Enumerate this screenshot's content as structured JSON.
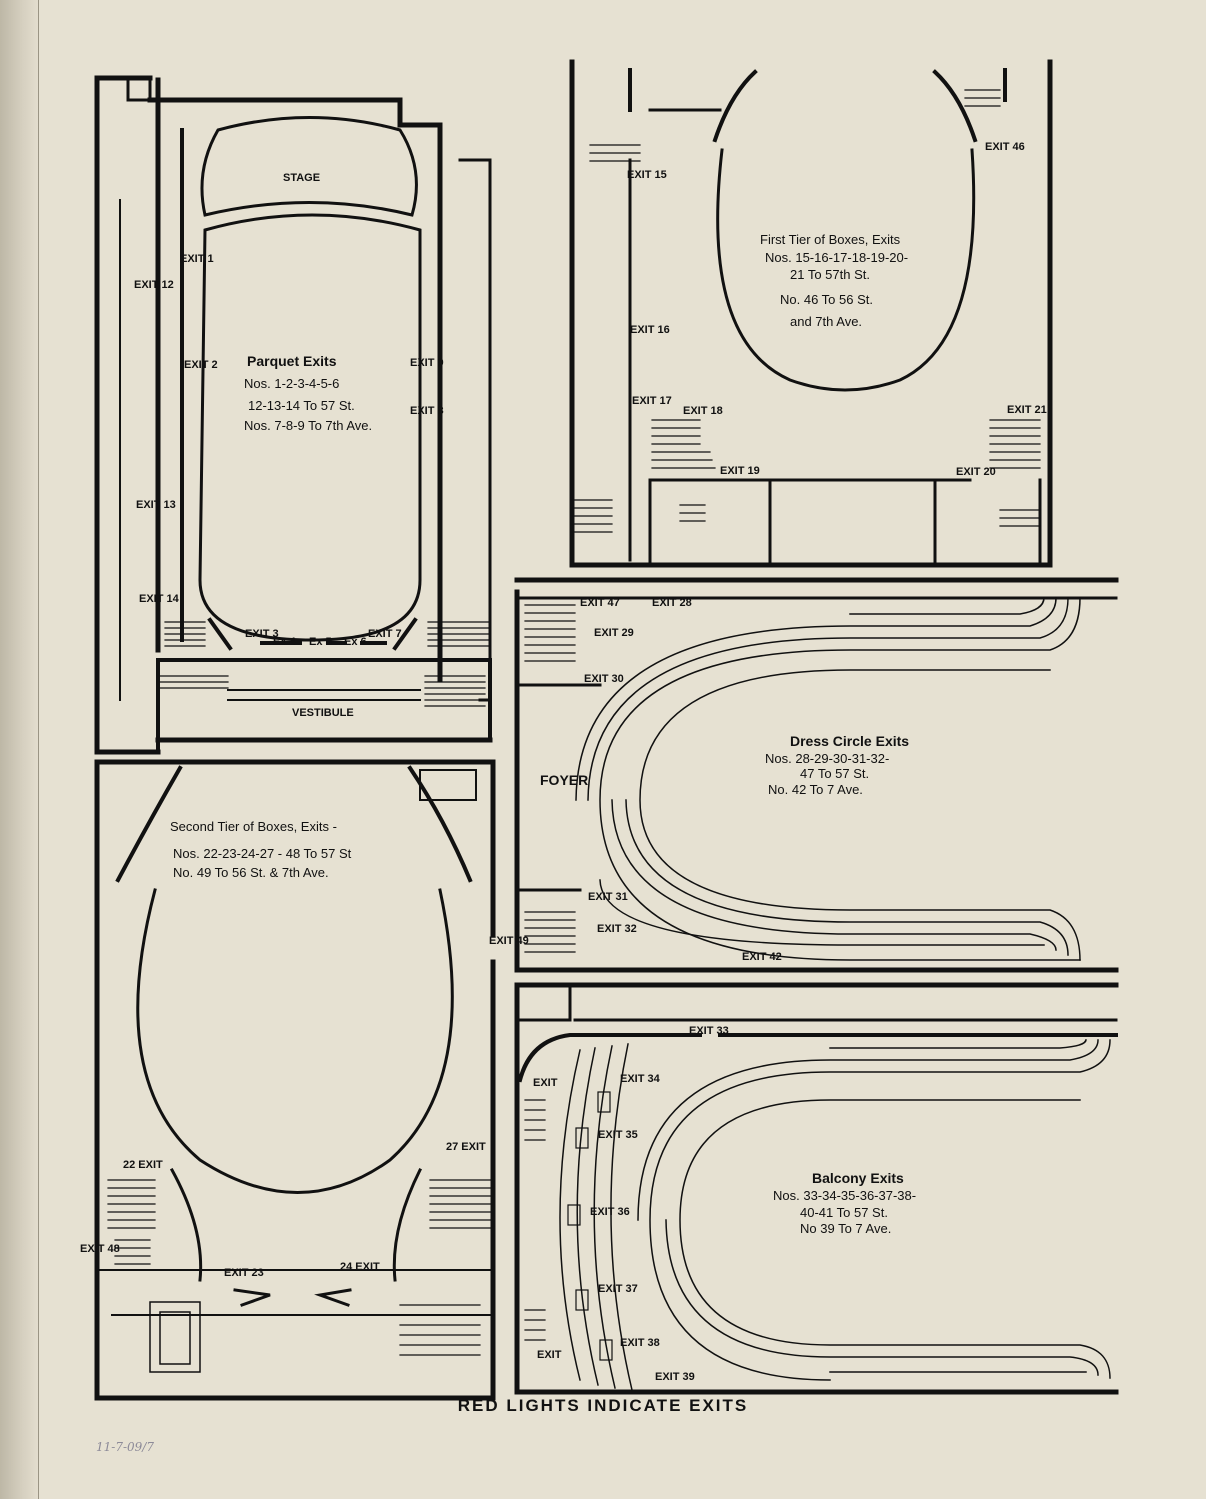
{
  "parquet": {
    "stage": "STAGE",
    "vestibule": "VESTIBULE",
    "title": "Parquet Exits",
    "line1": "Nos. 1-2-3-4-5-6",
    "line2": "12-13-14 To 57 St.",
    "line3": "Nos. 7-8-9 To 7th Ave.",
    "exits": {
      "e1": "EXIT 1",
      "e2": "EXIT 2",
      "e3": "EXIT 3",
      "e4": "Ex 4",
      "e5": "Ex 5",
      "e6": "Ex 6",
      "e7": "EXIT 7",
      "e8": "EXIT 8",
      "e9": "EXIT 9",
      "e12": "EXIT 12",
      "e13": "EXIT 13",
      "e14": "EXIT 14"
    }
  },
  "first_tier": {
    "title": "First Tier of Boxes, Exits",
    "line1": "Nos. 15-16-17-18-19-20-",
    "line2": "21 To 57th St.",
    "line3": "No. 46 To 56 St.",
    "line4": "and 7th Ave.",
    "exits": {
      "e15": "EXIT 15",
      "e16": "EXIT 16",
      "e17": "EXIT 17",
      "e18": "EXIT 18",
      "e19": "EXIT 19",
      "e20": "EXIT 20",
      "e21": "EXIT 21",
      "e46": "EXIT 46"
    }
  },
  "second_tier": {
    "title": "Second Tier of Boxes, Exits -",
    "line1": "Nos. 22-23-24-27 - 48 To 57 St",
    "line2": "No. 49 To 56 St. & 7th Ave.",
    "exits": {
      "e22": "22 EXIT",
      "e23": "EXIT 23",
      "e24": "24 EXIT",
      "e27": "27 EXIT",
      "e48": "EXIT 48",
      "e49": "EXIT 49"
    }
  },
  "dress_circle": {
    "foyer": "FOYER",
    "title": "Dress Circle Exits",
    "line1": "Nos. 28-29-30-31-32-",
    "line2": "47 To 57 St.",
    "line3": "No. 42 To 7 Ave.",
    "exits": {
      "e28": "EXIT 28",
      "e29": "EXIT 29",
      "e30": "EXIT 30",
      "e31": "EXIT 31",
      "e32": "EXIT 32",
      "e42": "EXIT 42",
      "e47": "EXIT 47"
    }
  },
  "balcony": {
    "title": "Balcony Exits",
    "line1": "Nos. 33-34-35-36-37-38-",
    "line2": "40-41 To 57 St.",
    "line3": "No 39 To 7 Ave.",
    "exits": {
      "e33": "EXIT 33",
      "e34": "EXIT 34",
      "e35": "EXIT 35",
      "e36": "EXIT 36",
      "e37": "EXIT 37",
      "e38": "EXIT 38",
      "e39": "EXIT 39",
      "ea": "EXIT",
      "eb": "EXIT"
    }
  },
  "footer": "RED LIGHTS INDICATE EXITS",
  "pencil_note": "11-7-09/7"
}
